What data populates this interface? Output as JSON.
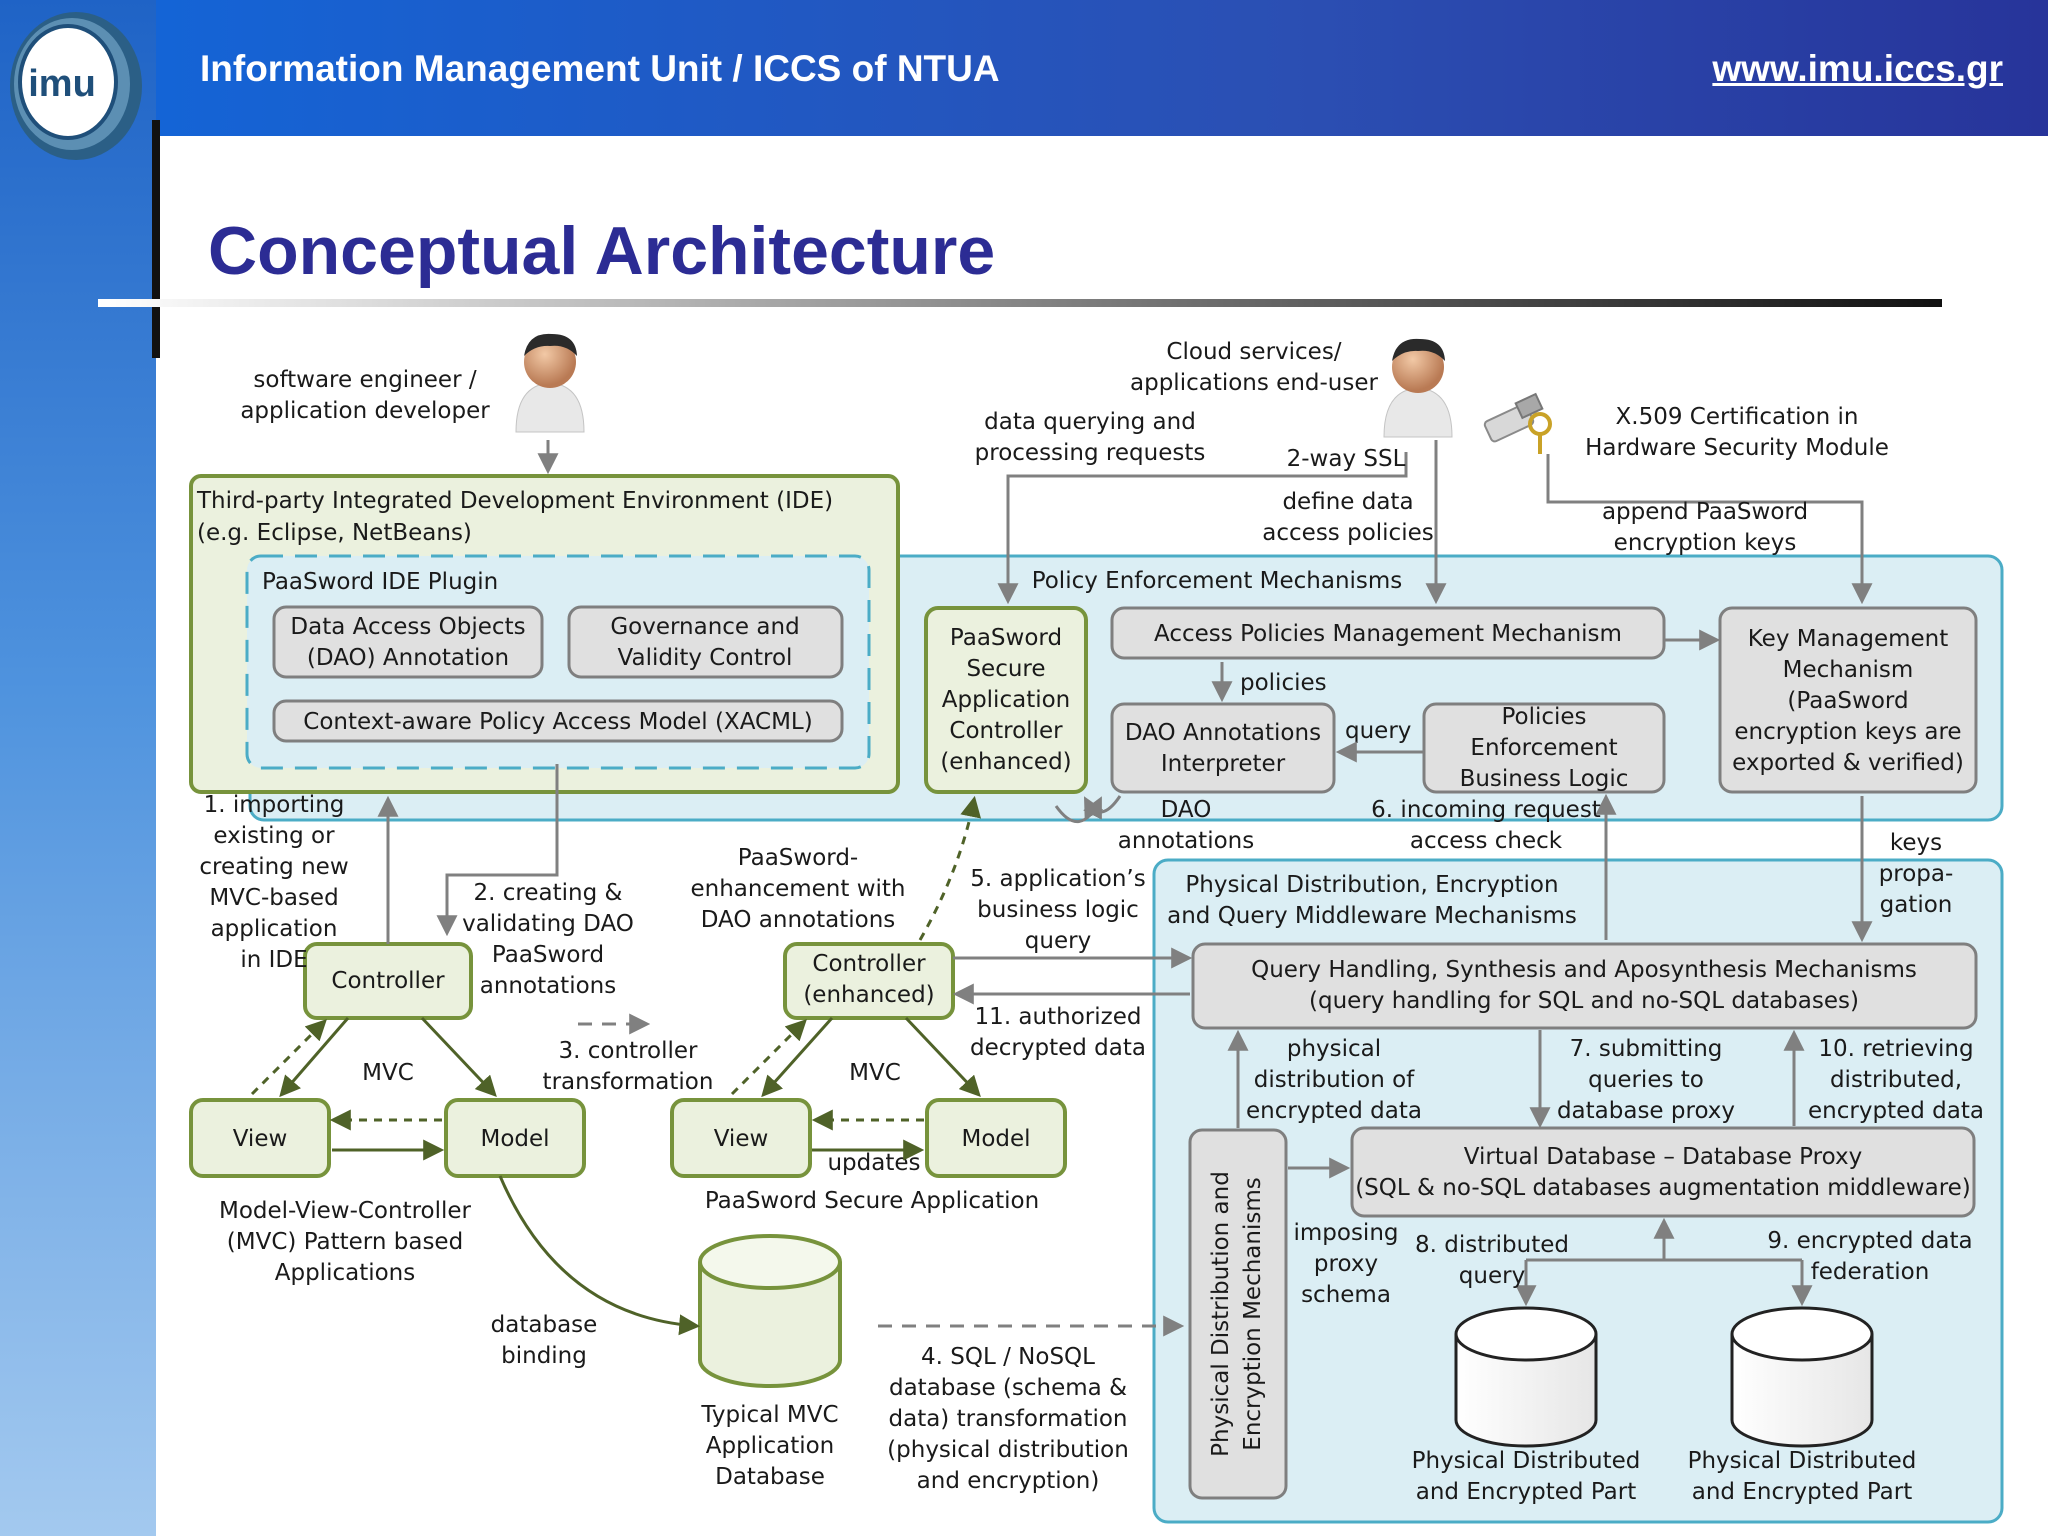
{
  "header": {
    "logo_text": "imu",
    "title": "Information Management Unit / ICCS of NTUA",
    "url": "www.imu.iccs.gr"
  },
  "slide": {
    "title": "Conceptual Architecture"
  },
  "diagram": {
    "actors": {
      "developer": [
        "software engineer /",
        "application developer"
      ],
      "end_user": [
        "Cloud services/",
        "applications end-user"
      ],
      "hsm": [
        "X.509 Certification in",
        "Hardware Security Module"
      ]
    },
    "ide": {
      "title": "Third-party Integrated Development Environment (IDE)",
      "subtitle": "(e.g. Eclipse, NetBeans)",
      "plugin": {
        "title": "PaaSword IDE Plugin",
        "dao_box": [
          "Data Access Objects",
          "(DAO) Annotation"
        ],
        "gov_box": [
          "Governance and",
          "Validity Control"
        ],
        "xacml_box": "Context-aware Policy Access Model (XACML)"
      }
    },
    "policy": {
      "title": "Policy Enforcement Mechanisms",
      "controller": [
        "PaaSword",
        "Secure",
        "Application",
        "Controller",
        "(enhanced)"
      ],
      "apm": "Access Policies Management Mechanism",
      "policies": "policies",
      "dao_interp": [
        "DAO Annotations",
        "Interpreter"
      ],
      "query": "query",
      "pebl": [
        "Policies",
        "Enforcement",
        "Business Logic"
      ],
      "kmm": [
        "Key Management",
        "Mechanism",
        "(PaaSword",
        "encryption keys are",
        "exported & verified)"
      ]
    },
    "middleware": {
      "title": [
        "Physical Distribution, Encryption",
        "and Query Middleware Mechanisms"
      ],
      "qh": [
        "Query Handling, Synthesis and Aposynthesis Mechanisms",
        "(query handling for SQL and no-SQL databases)"
      ],
      "pdem": [
        "Physical Distribution and",
        "Encryption Mechanisms"
      ],
      "vdb": [
        "Virtual Database – Database Proxy",
        "(SQL & no-SQL databases augmentation middleware)"
      ],
      "part": [
        "Physical Distributed",
        "and Encrypted Part"
      ]
    },
    "mvc_left": {
      "controller": "Controller",
      "view": "View",
      "model": "Model",
      "mvc": "MVC",
      "caption": [
        "Model-View-Controller",
        "(MVC) Pattern based",
        "Applications"
      ]
    },
    "mvc_right": {
      "controller": [
        "Controller",
        "(enhanced)"
      ],
      "view": "View",
      "model": "Model",
      "mvc": "MVC",
      "updates": "updates",
      "caption": "PaaSword Secure Application"
    },
    "database": [
      "Typical MVC",
      "Application",
      "Database"
    ],
    "labels": {
      "data_query": [
        "data querying and",
        "processing requests"
      ],
      "ssl": "2-way SSL",
      "define": [
        "define data",
        "access policies"
      ],
      "append": [
        "append PaaSword",
        "encryption keys"
      ],
      "importing": [
        "1. importing",
        "existing or",
        "creating new",
        "MVC-based",
        "application",
        "in IDE"
      ],
      "creating": [
        "2. creating &",
        "validating DAO",
        "PaaSword",
        "annotations"
      ],
      "paasword_enh": [
        "PaaSword-",
        "enhancement with",
        "DAO annotations"
      ],
      "biz": [
        "5. application’s",
        "business logic",
        "query"
      ],
      "dao_ann": [
        "DAO",
        "annotations"
      ],
      "incoming": [
        "6. incoming request",
        "access check"
      ],
      "keys": [
        "keys",
        "propa-",
        "gation"
      ],
      "controller_tx": [
        "3. controller",
        "transformation"
      ],
      "authorized": [
        "11. authorized",
        "decrypted data"
      ],
      "phys_dist": [
        "physical",
        "distribution of",
        "encrypted data"
      ],
      "submitting": [
        "7. submitting",
        "queries to",
        "database proxy"
      ],
      "retrieving": [
        "10. retrieving",
        "distributed,",
        "encrypted data"
      ],
      "imposing": [
        "imposing",
        "proxy",
        "schema"
      ],
      "distributed_q": [
        "8. distributed",
        "query"
      ],
      "federation": [
        "9. encrypted data",
        "federation"
      ],
      "db_binding": [
        "database",
        "binding"
      ],
      "sql_tx": [
        "4. SQL / NoSQL",
        "database (schema &",
        "data) transformation",
        "(physical distribution",
        "and encryption)"
      ]
    }
  },
  "colors": {
    "green_fill": "#ebf1de",
    "green_stroke": "#77933c",
    "blue_fill": "#dbeef4",
    "blue_stroke": "#4bacc6",
    "gray_fill": "#e0e0e0",
    "gray_stroke": "#7f7f7f",
    "title_color": "#2c2c94"
  }
}
